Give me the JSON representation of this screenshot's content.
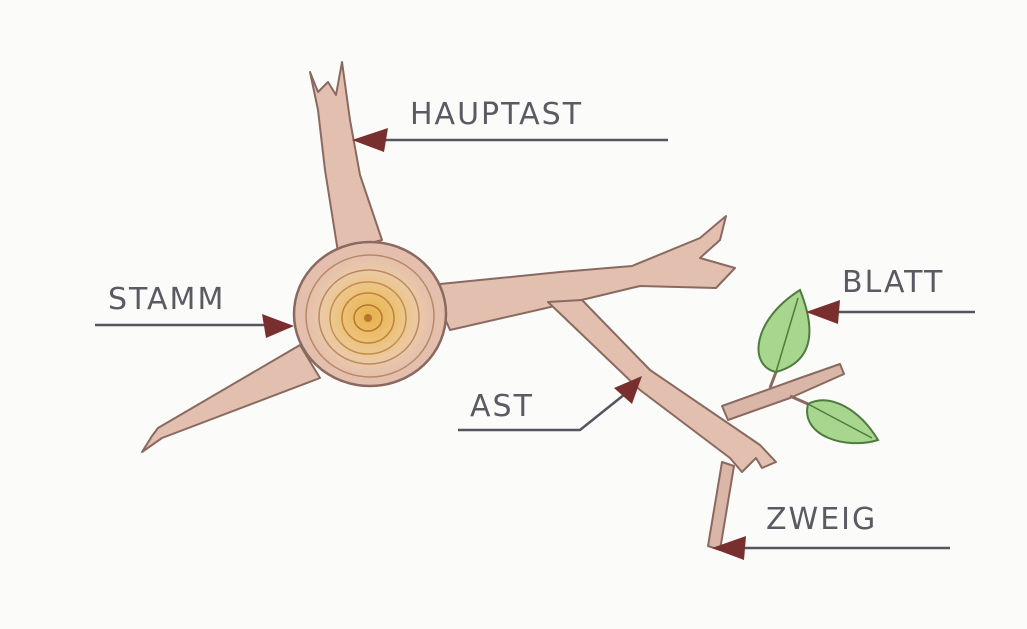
{
  "labels": {
    "hauptast": "HAUPTAST",
    "stamm": "STAMM",
    "blatt": "BLATT",
    "ast": "AST",
    "zweig": "ZWEIG"
  },
  "colors": {
    "wood": "#e2bfae",
    "wood_outline": "#8a6a60",
    "ring_center": "#e6b452",
    "leaf": "#a9d68f",
    "leaf_outline": "#4f7b3e",
    "pointer_line": "#55555e",
    "arrow": "#7a2f2f",
    "label_text": "#5a5a62"
  }
}
